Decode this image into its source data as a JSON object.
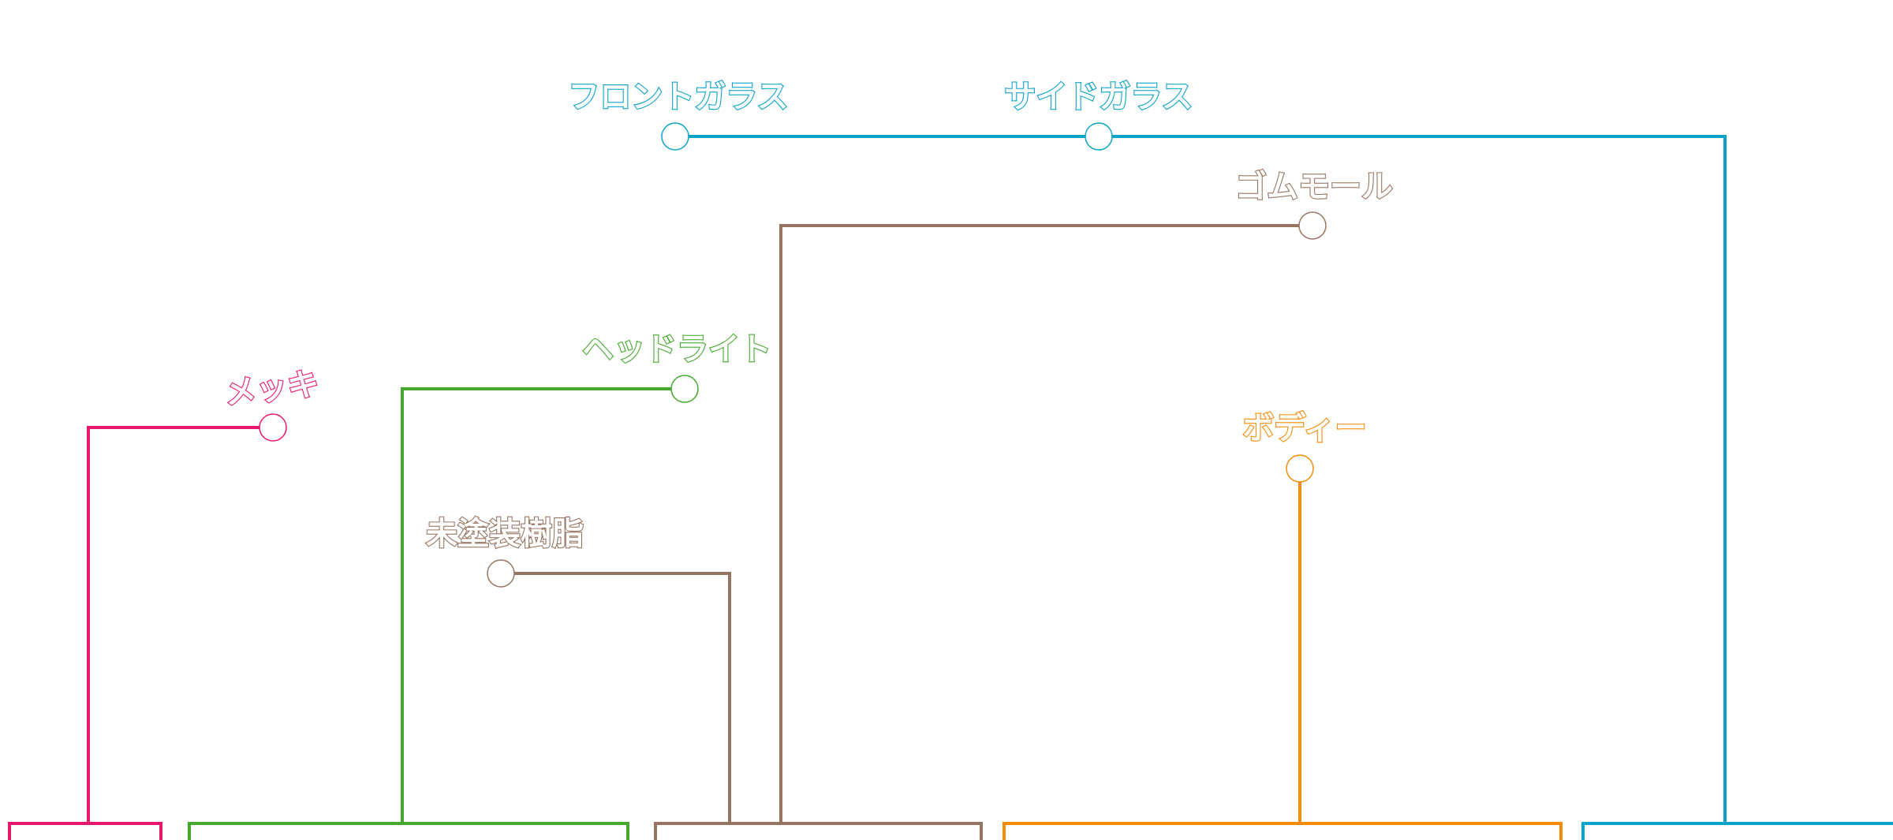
{
  "title": "",
  "colors": {
    "pink": "#e8186f",
    "green": "#45a92f",
    "brown": "#957562",
    "orange": "#f28c0a",
    "blue": "#0aa3c9"
  },
  "groups": [
    {
      "id": "pink",
      "color": "#e8186f"
    },
    {
      "id": "green",
      "color": "#45a92f"
    },
    {
      "id": "brown",
      "color": "#957562"
    },
    {
      "id": "orange",
      "color": "#f28c0a"
    },
    {
      "id": "blue",
      "color": "#0aa3c9"
    }
  ],
  "nodes": [
    {
      "id": "mekki",
      "label": "メッキ",
      "group": "pink"
    },
    {
      "id": "headlight",
      "label": "ヘッドライト",
      "group": "green"
    },
    {
      "id": "mitoso",
      "label": "未塗装樹脂",
      "group": "brown"
    },
    {
      "id": "gomu",
      "label": "ゴムモール",
      "group": "brown"
    },
    {
      "id": "body",
      "label": "ボディー",
      "group": "orange"
    },
    {
      "id": "front",
      "label": "フロントガラス",
      "group": "blue"
    },
    {
      "id": "side",
      "label": "サイドガラス",
      "group": "blue"
    }
  ]
}
